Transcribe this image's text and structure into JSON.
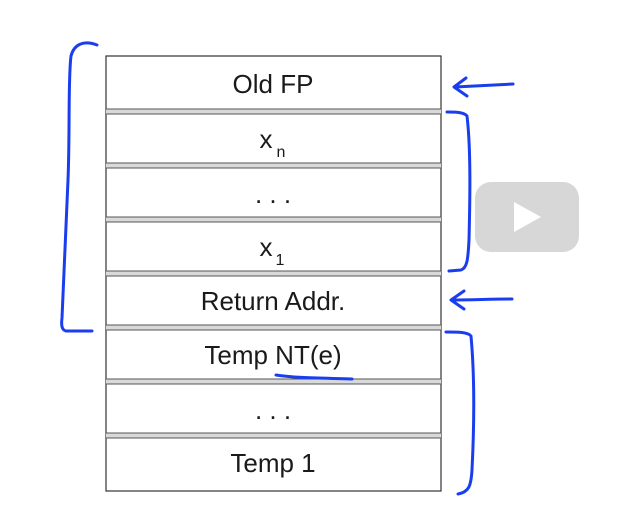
{
  "diagram": {
    "cells": [
      {
        "label": "Old FP",
        "sub": ""
      },
      {
        "label": "x",
        "sub": "n"
      },
      {
        "label": ". . .",
        "sub": ""
      },
      {
        "label": "x",
        "sub": "1"
      },
      {
        "label": "Return Addr.",
        "sub": ""
      },
      {
        "label": "Temp NT(e)",
        "sub": ""
      },
      {
        "label": ". . .",
        "sub": ""
      },
      {
        "label": "Temp 1",
        "sub": ""
      }
    ],
    "ink_color": "#1a3df0"
  }
}
